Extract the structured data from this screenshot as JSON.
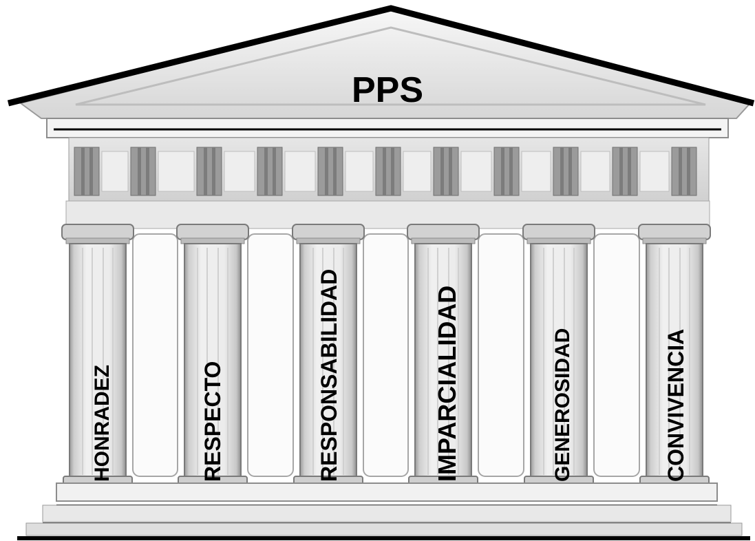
{
  "title": "PPS",
  "pillars": [
    {
      "label": "HONRADEZ"
    },
    {
      "label": "RESPECTO"
    },
    {
      "label": "RESPONSABILIDAD"
    },
    {
      "label": "IMPARCIALIDAD"
    },
    {
      "label": "GENEROSIDAD"
    },
    {
      "label": "CONVIVENCIA"
    }
  ],
  "colors": {
    "outline": "#000000",
    "stone_light": "#f2f2f2",
    "stone_mid": "#d9d9d9",
    "stone_dark": "#8c8c8c",
    "background": "#ffffff"
  }
}
